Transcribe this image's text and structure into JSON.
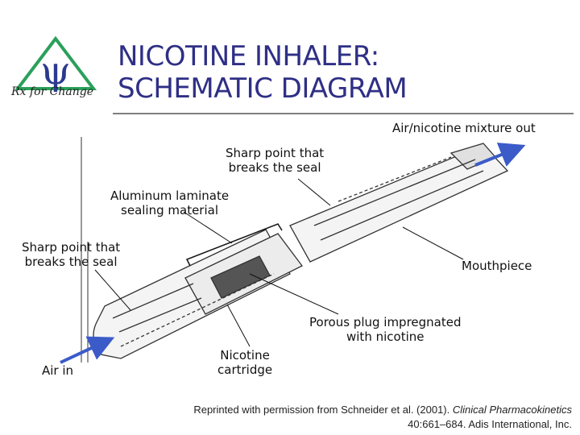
{
  "logo": {
    "symbol": "ψ",
    "text": "Rx for Change",
    "colors": {
      "triangle": "#2aa05a",
      "psi": "#2b3a8f"
    }
  },
  "title": {
    "line1": "NICOTINE INHALER:",
    "line2": "SCHEMATIC DIAGRAM",
    "color": "#2f2f86"
  },
  "labels": {
    "air_out": "Air/nicotine mixture out",
    "sharp_top_1": "Sharp point that",
    "sharp_top_2": "breaks the seal",
    "aluminum_1": "Aluminum laminate",
    "aluminum_2": "sealing material",
    "sharp_left_1": "Sharp point that",
    "sharp_left_2": "breaks the seal",
    "mouthpiece": "Mouthpiece",
    "porous_1": "Porous plug impregnated",
    "porous_2": "with nicotine",
    "cartridge_1": "Nicotine",
    "cartridge_2": "cartridge",
    "air_in": "Air in"
  },
  "credit": {
    "line1_prefix": "Reprinted with permission from Schneider et al. (2001). ",
    "line1_journal": "Clinical Pharmacokinetics",
    "line2": "40:661–684. Adis International, Inc."
  },
  "colors": {
    "arrow": "#3b5bc8",
    "outline": "#333333",
    "plug": "#555555"
  }
}
